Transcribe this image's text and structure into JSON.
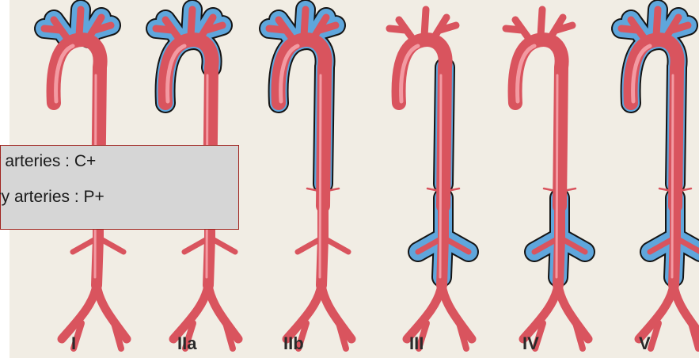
{
  "figure": {
    "types": [
      "I",
      "IIa",
      "IIb",
      "III",
      "IV",
      "V"
    ],
    "colors": {
      "background": "#f1ede4",
      "artery": "#d9545e",
      "artery_highlight": "#f39aa2",
      "involvement": "#5fa6dc",
      "outline": "#141414",
      "legend_border": "#a0241f",
      "legend_fill": "#d6d6d6"
    },
    "legend": {
      "line1": "ry arteries : C+",
      "line2": "ary  arteries : P+"
    }
  }
}
